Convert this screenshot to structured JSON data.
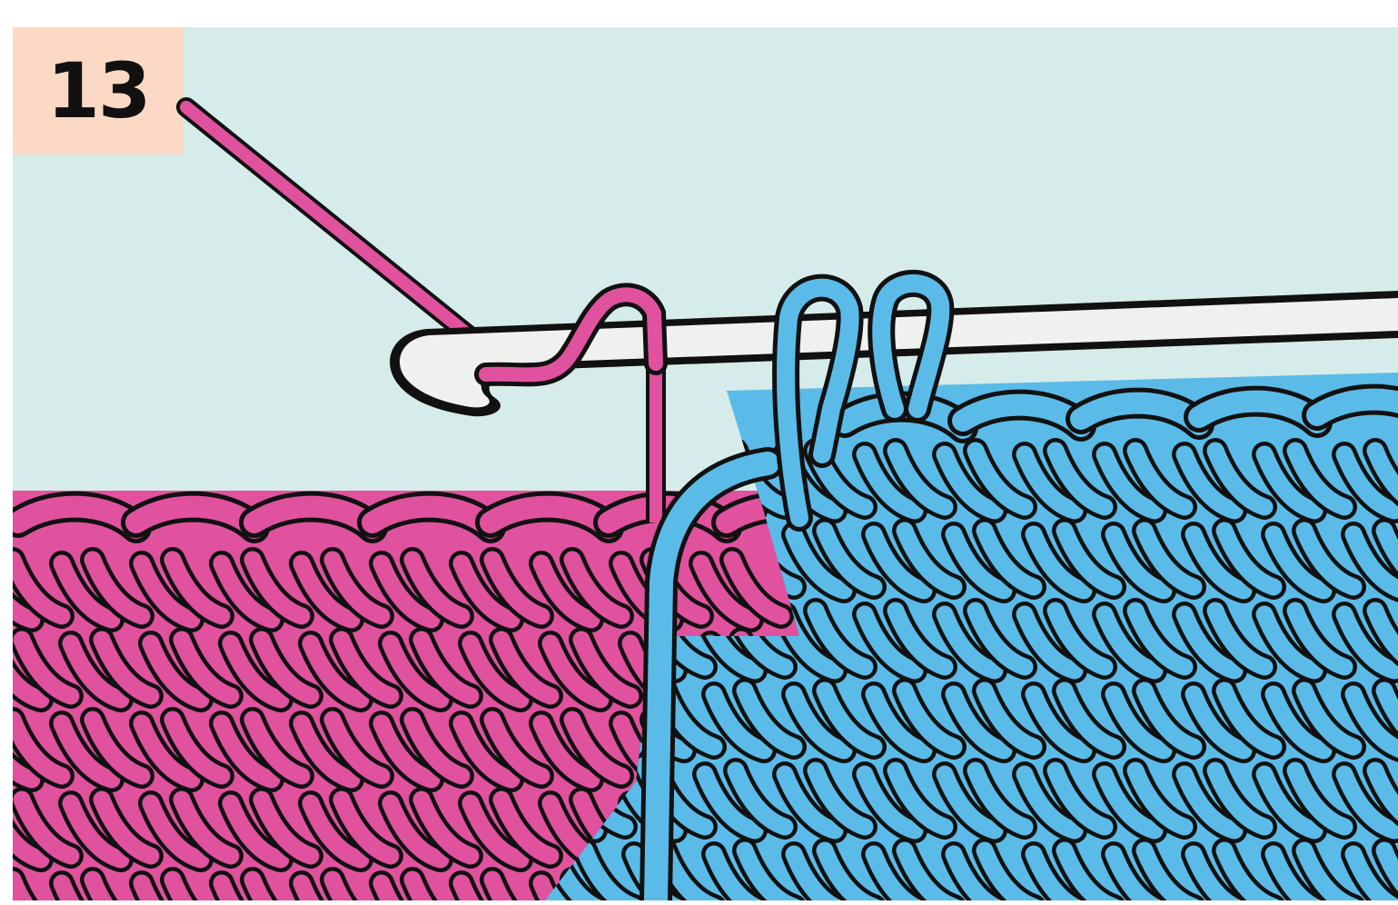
{
  "step": {
    "number": "13"
  },
  "colors": {
    "background": "#d6ecea",
    "badge": "#fcd9c4",
    "pink_yarn": "#e0529e",
    "blue_yarn": "#5bbbe8",
    "hook": "#f0f0ee",
    "outline": "#111111"
  },
  "icons": {
    "hook": "crochet-hook-icon",
    "working_yarn": "pink-yarn-strand",
    "carried_yarn": "blue-yarn-strand"
  }
}
